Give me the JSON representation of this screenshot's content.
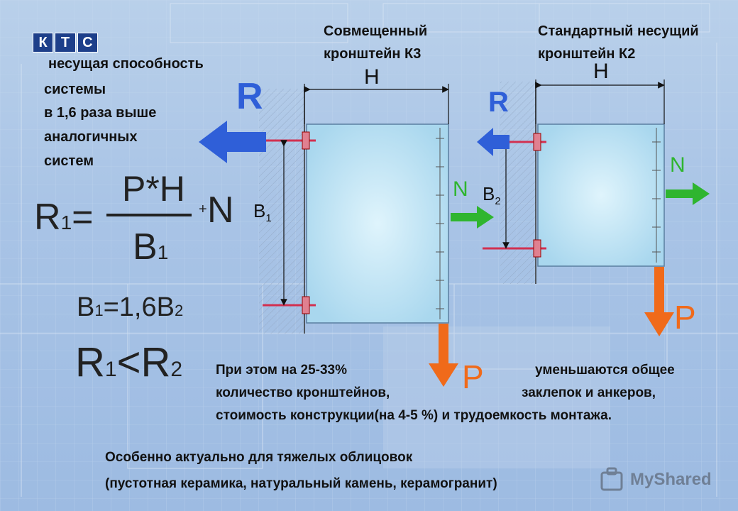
{
  "logo": {
    "letters": [
      "К",
      "Т",
      "С"
    ]
  },
  "left_text": {
    "line1": "несущая способность",
    "line2": "системы",
    "line3": "в 1,6 раза выше",
    "line4": "аналогичных",
    "line5": "систем"
  },
  "bracket_k3": {
    "title_line1": "Совмещенный",
    "title_line2": "кронштейн К3",
    "label_h": "H",
    "label_b": "B",
    "label_b_sub": "1",
    "label_r": "R",
    "label_n": "N",
    "label_p": "P"
  },
  "bracket_k2": {
    "title_line1": "Стандартный несущий",
    "title_line2": "кронштейн К2",
    "label_h": "H",
    "label_b": "B",
    "label_b_sub": "2",
    "label_r": "R",
    "label_n": "N",
    "label_p": "P"
  },
  "formula1": {
    "lhs": "R",
    "lhs_sub": "1",
    "eq": "=",
    "numerator": "P*H",
    "denominator": "B",
    "denominator_sub": "1",
    "plus": "+",
    "n": "N"
  },
  "formula2": {
    "b1": "B",
    "b1_sub": "1",
    "rest": "=1,6B",
    "b2_sub": "2"
  },
  "formula3": {
    "r1": "R",
    "r1_sub": "1",
    "lt": "<",
    "r2": "R",
    "r2_sub": "2"
  },
  "bottom_text": {
    "line1a": "При этом на 25-33%",
    "line1b": "уменьшаются общее",
    "line2a": "количество кронштейнов,",
    "line2b": "заклепок и анкеров,",
    "line3": "стоимость конструкции(на 4-5 %) и трудоемкость монтажа.",
    "line4": "Особенно актуально для тяжелых облицовок",
    "line5": "(пустотная керамика, натуральный камень, керамогранит)"
  },
  "watermark": {
    "text": "MyShared"
  },
  "colors": {
    "blue_arrow": "#2f5fd8",
    "green_arrow": "#2fb52f",
    "orange_arrow": "#f06a1a",
    "panel": "#bfe3f3"
  }
}
